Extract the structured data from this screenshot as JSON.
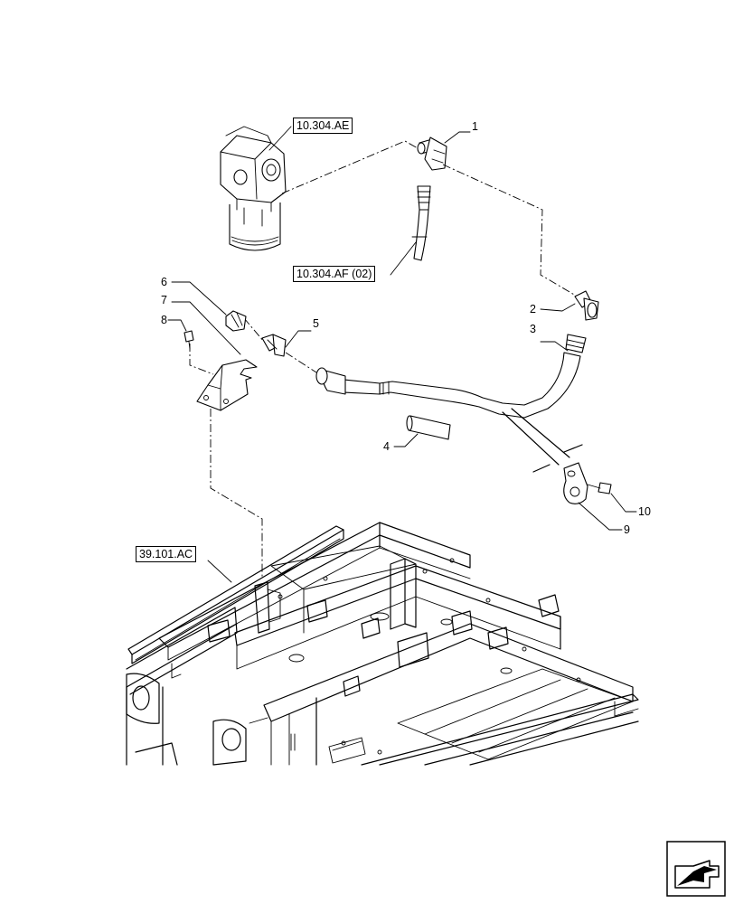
{
  "references": {
    "filter_ref": "10.304.AE",
    "hose_ref": "10.304.AF (02)",
    "frame_ref": "39.101.AC"
  },
  "callouts": [
    "1",
    "2",
    "3",
    "4",
    "5",
    "6",
    "7",
    "8",
    "9",
    "10"
  ],
  "icons": {
    "navigation": "next-page-arrow-icon"
  },
  "colors": {
    "line": "#000000",
    "background": "#ffffff"
  }
}
